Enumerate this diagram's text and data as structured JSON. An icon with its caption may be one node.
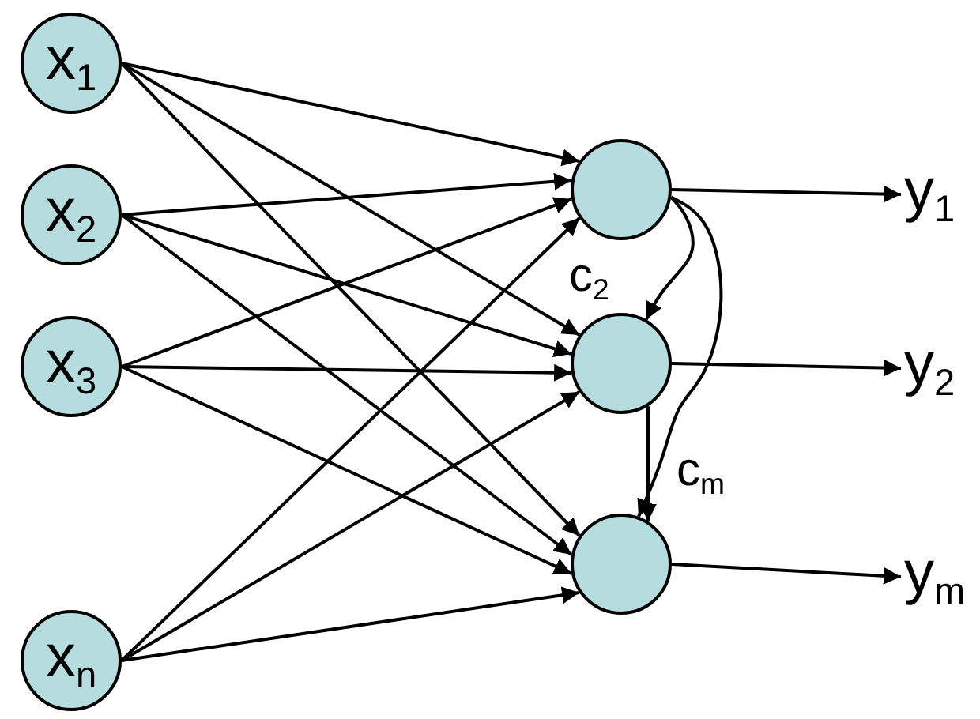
{
  "diagram": {
    "nodes": [
      {
        "text": [
          "x$_{1}$"
        ]
      },
      {
        "text": [
          "x$_{2}$"
        ]
      },
      {
        "text": [
          "x$_{3}$"
        ]
      },
      {
        "text": [
          "x$_{n}$"
        ]
      },
      {
        "text": [],
        "shape": "circle"
      },
      {
        "text": [],
        "shape": "circle"
      },
      {
        "text": [],
        "shape": "circle"
      },
      {
        "text": [
          "y$_{1}$"
        ]
      },
      {
        "text": [
          "y$_{2}$"
        ]
      },
      {
        "text": [
          "y$_{m}$"
        ]
      }
    ],
    "edges": [
      {
        "from": 0,
        "to": 4,
        "arrow": "to"
      },
      {
        "from": 0,
        "to": 5,
        "arrow": "to"
      },
      {
        "from": 0,
        "to": 6,
        "arrow": "to"
      },
      {
        "from": 1,
        "to": 4,
        "arrow": "to"
      },
      {
        "from": 1,
        "to": 5,
        "arrow": "to"
      },
      {
        "from": 1,
        "to": 6,
        "arrow": "to"
      },
      {
        "from": 2,
        "to": 4,
        "arrow": "to"
      },
      {
        "from": 2,
        "to": 5,
        "arrow": "to"
      },
      {
        "from": 2,
        "to": 6,
        "arrow": "to"
      },
      {
        "from": 3,
        "to": 4,
        "arrow": "to"
      },
      {
        "from": 3,
        "to": 5,
        "arrow": "to"
      },
      {
        "from": 3,
        "to": 6,
        "arrow": "to"
      },
      {
        "from": 4,
        "to": 5,
        "arrow": "to",
        "label": "c$_{2}$"
      },
      {
        "from": 4,
        "to": 6,
        "arrow": "to"
      },
      {
        "from": 5,
        "to": 6,
        "arrow": "to",
        "label": "c$_{m}$"
      },
      {
        "from": 4,
        "to": 7,
        "arrow": "to"
      },
      {
        "from": 5,
        "to": 8,
        "arrow": "to"
      },
      {
        "from": 6,
        "to": 9,
        "arrow": "to"
      }
    ]
  }
}
